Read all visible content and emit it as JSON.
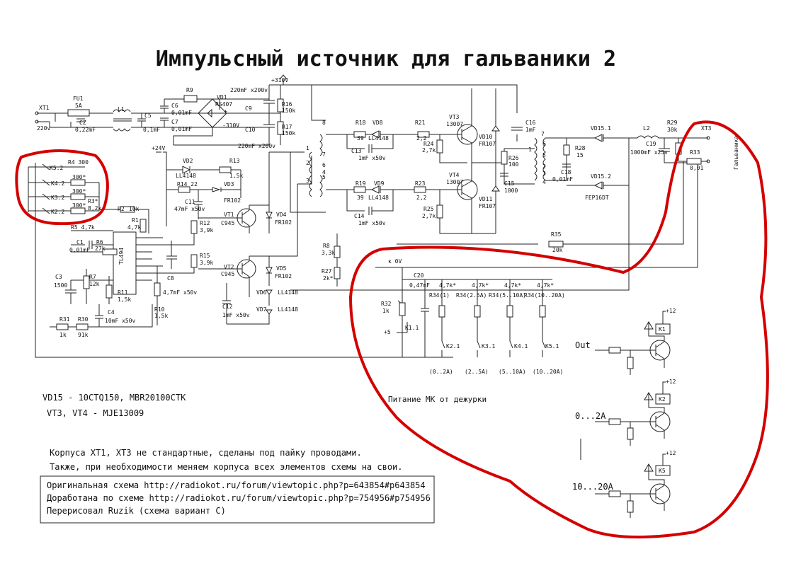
{
  "title": "Импульсный источник для гальваники 2",
  "labels": {
    "xt1": "XT1",
    "v220": "220v",
    "fu1": "FU1",
    "fu_val": "5A",
    "l1": "L1",
    "cz": "CZ",
    "cz_val": "0,22mF",
    "c5": "C5",
    "c5_val": "0,1mF",
    "c6": "C6",
    "c6_val": "0,01mF",
    "c7": "C7",
    "c7_val": "0,01mF",
    "r9": "R9",
    "vd1": "VD1",
    "vd1_val": "RS407",
    "plus": "+",
    "minus310": "-310V",
    "plus310": "+310V",
    "c9": "C9",
    "c9_val": "220mF x200v",
    "c10": "C10",
    "c10_val": "220mF x200v",
    "r16": "R16",
    "r16_val": "150k",
    "r17": "R17",
    "r17_val": "150k",
    "plus24": "+24V",
    "vd2": "VD2",
    "vd2_val": "LL4148",
    "r13": "R13",
    "r13_val": "1,5k",
    "r14": "R14 22",
    "vd3": "VD3",
    "vd3_val": "FR102",
    "c11": "C11",
    "c11_val": "47mF x50v",
    "r12": "R12",
    "r12_val": "3,9k",
    "r15": "R15",
    "r15_val": "3,9k",
    "vt1": "VT1",
    "vt1_val": "C945",
    "vt2": "VT2",
    "vt2_val": "C945",
    "vd4": "VD4",
    "vd4_val": "FR102",
    "vd5": "VD5",
    "vd5_val": "FR102",
    "vd6": "VD6",
    "vd6_val": "LL4148",
    "vd7": "VD7",
    "vd7_val": "LL4148",
    "c12": "C12",
    "c12_val": "1mF x50v",
    "c8": "C8",
    "c8_val": "4,7mF x50v",
    "r2": "R2",
    "r2_val": "10k",
    "r1": "R1",
    "r1_val": "4,7k",
    "r5": "R5 4,7k",
    "c1": "C1",
    "c1_val": "0,01mF",
    "r6": "R6",
    "r6_val": "27k",
    "tl494": "TL494",
    "c3": "C3",
    "c3_val": "1500",
    "r7": "R7",
    "r7_val": "12k",
    "r11": "R11",
    "r11_val": "1,5k",
    "r10": "R10",
    "r10_val": "1,5k",
    "c4": "C4",
    "c4_val": "10mF x50v",
    "r31": "R31",
    "r31_val": "1k",
    "r30": "R30",
    "r30_val": "91k",
    "r4": "R4 300",
    "k52": "K5.2",
    "k42": "K4.2",
    "k32": "K3.2",
    "k22": "K2.2",
    "r300a": "300*",
    "r300b": "300*",
    "r300c": "300*",
    "r3": "R3*",
    "r3_val": "8,2k",
    "r18": "R18",
    "r18_val": "39",
    "vd8": "VD8",
    "vd8_val": "LL4148",
    "c13": "C13",
    "c13_val": "1mF x50v",
    "r19": "R19",
    "r19_val": "39",
    "vd9": "VD9",
    "vd9_val": "LL4148",
    "c14": "C14",
    "c14_val": "1mF x50v",
    "r21": "R21",
    "r21_val": "2,2",
    "r23": "R23",
    "r23_val": "2,2",
    "r24": "R24",
    "r24_val": "2,7k",
    "r25": "R25",
    "r25_val": "2,7k",
    "vt3": "VT3",
    "vt3_val": "13007",
    "vt4": "VT4",
    "vt4_val": "13007",
    "vd10": "VD10",
    "vd10_val": "FR107",
    "vd11": "VD11",
    "vd11_val": "FR107",
    "c16": "C16",
    "c16_val": "1mF",
    "r26": "R26",
    "r26_val": "100",
    "c15": "C15",
    "c15_val": "1000",
    "t_pins": [
      "1",
      "2",
      "3",
      "4",
      "5",
      "6",
      "7",
      "8"
    ],
    "t2_pins": [
      "7",
      "6",
      "5",
      "1",
      "2",
      "3",
      "4"
    ],
    "r28": "R28",
    "r28_val": "15",
    "c18": "C18",
    "c18_val": "0,01mF",
    "vd151": "VD15.1",
    "vd152": "VD15.2",
    "vd152_val": "FEP16DT",
    "l2": "L2",
    "c19": "C19",
    "c19_val": "1000mF x25v",
    "r29": "R29",
    "r29_val": "30k",
    "xt3": "XT3",
    "galv": "Гальваника",
    "r33": "R33",
    "r33_val": "0,01",
    "r35": "R35",
    "r35_val": "20k",
    "r8": "R8",
    "r8_val": "3,3k",
    "r27": "R27",
    "r27_val": "2k*",
    "ov": "к 0V",
    "c20": "C20",
    "c20_val": "0,47mF",
    "r32": "R32",
    "r32_val": "1k",
    "plus5": "+5",
    "k11": "K1.1",
    "r47a": "4,7k*",
    "r47b": "4,7k*",
    "r47c": "4,7k*",
    "r47d": "4,7k*",
    "r341": "R34(1)",
    "r342": "R34(2.5A)",
    "r343": "R34(5..10A)",
    "r344": "R34(10..20A)",
    "k21": "K2.1",
    "k31": "K3.1",
    "k41": "K4.1",
    "k51": "K5.1",
    "rng1": "(0..2A)",
    "rng2": "(2..5A)",
    "rng3": "(5..10A)",
    "rng4": "(10..20A)",
    "mk_power": "Питание МК от дежурки",
    "out": "Out",
    "a02": "0...2A",
    "a1020": "10...20A",
    "p12a": "+12",
    "p12b": "+12",
    "p12c": "+12",
    "k1": "K1",
    "k2": "K2",
    "k5": "K5"
  },
  "notes": {
    "line1": "VD15 - 10CTQ150, MBR20100CTK",
    "line2": "VT3, VT4 - MJE13009",
    "line3": "Корпуса XT1, XT3 не стандартные, сделаны под пайку проводами.",
    "line4": "Также, при необходимости меняем корпуса всех элементов схемы на свои.",
    "box1": "Оригинальная схема http://radiokot.ru/forum/viewtopic.php?p=643854#p643854",
    "box2": "Доработана по схеме http://radiokot.ru/forum/viewtopic.php?p=754956#p754956",
    "box3": "Перерисовал Ruzik (схема вариант С)"
  },
  "colors": {
    "annotation": "#d40000",
    "line": "#222222"
  }
}
